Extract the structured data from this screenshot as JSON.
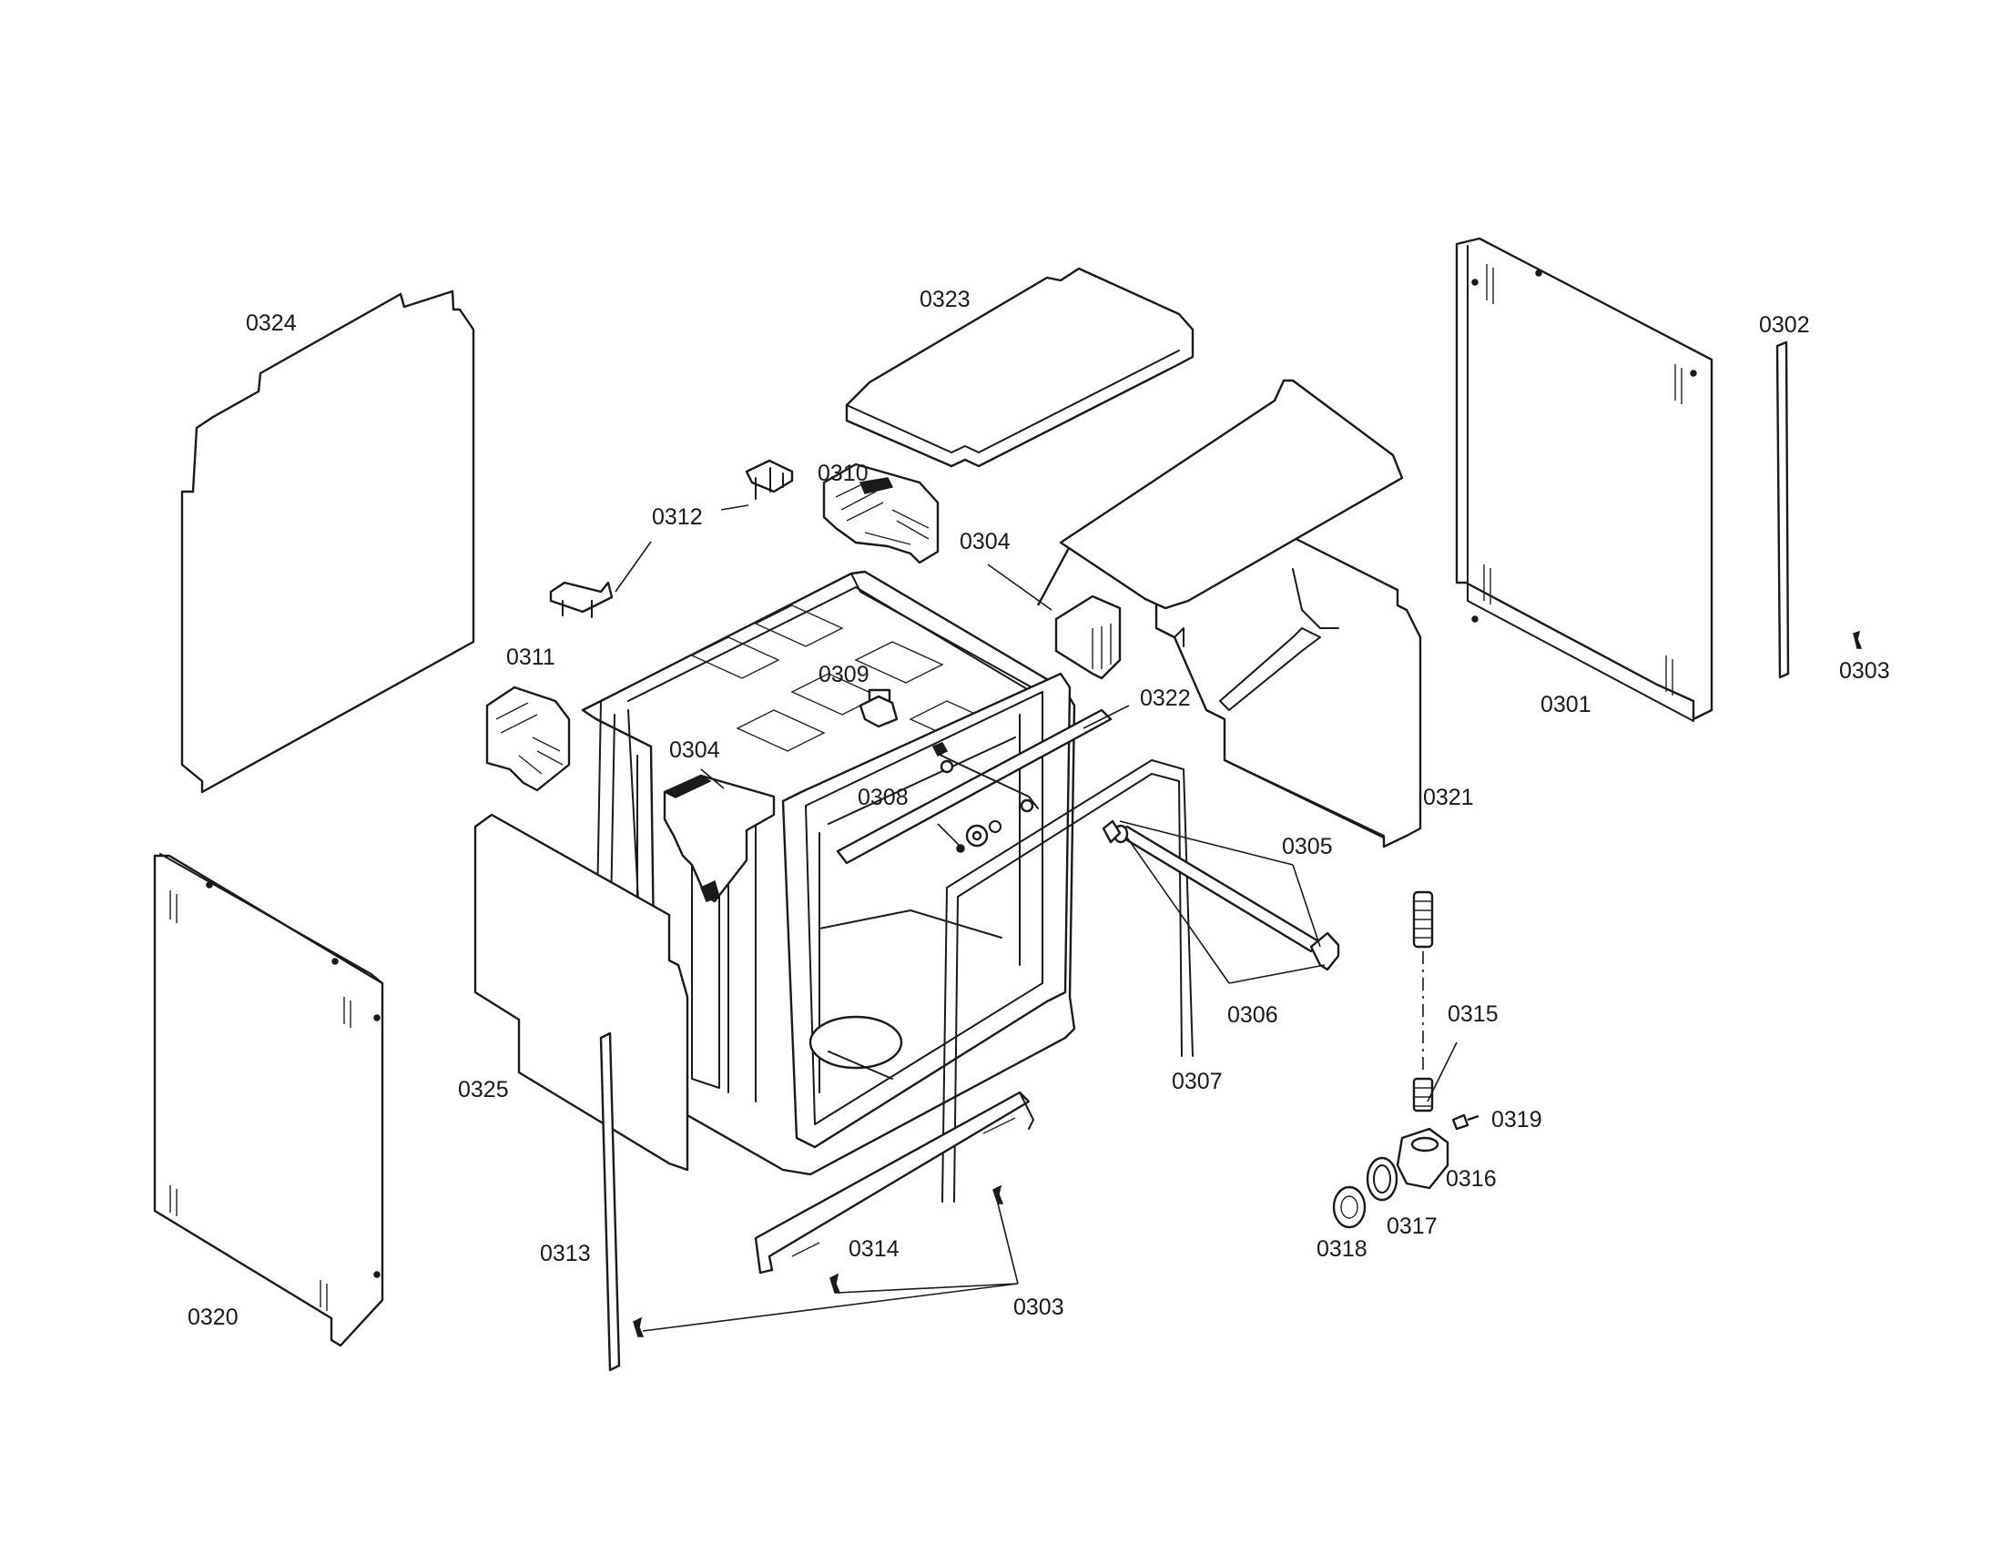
{
  "callouts": {
    "c0324": "0324",
    "c0323": "0323",
    "c0310": "0310",
    "c0312": "0312",
    "c0304a": "0304",
    "c0304b": "0304",
    "c0311": "0311",
    "c0309": "0309",
    "c0322": "0322",
    "c0308": "0308",
    "c0305": "0305",
    "c0306": "0306",
    "c0307": "0307",
    "c0301": "0301",
    "c0302": "0302",
    "c0303a": "0303",
    "c0303b": "0303",
    "c0321": "0321",
    "c0315": "0315",
    "c0319": "0319",
    "c0316": "0316",
    "c0317": "0317",
    "c0318": "0318",
    "c0325": "0325",
    "c0313": "0313",
    "c0314": "0314",
    "c0320": "0320"
  }
}
